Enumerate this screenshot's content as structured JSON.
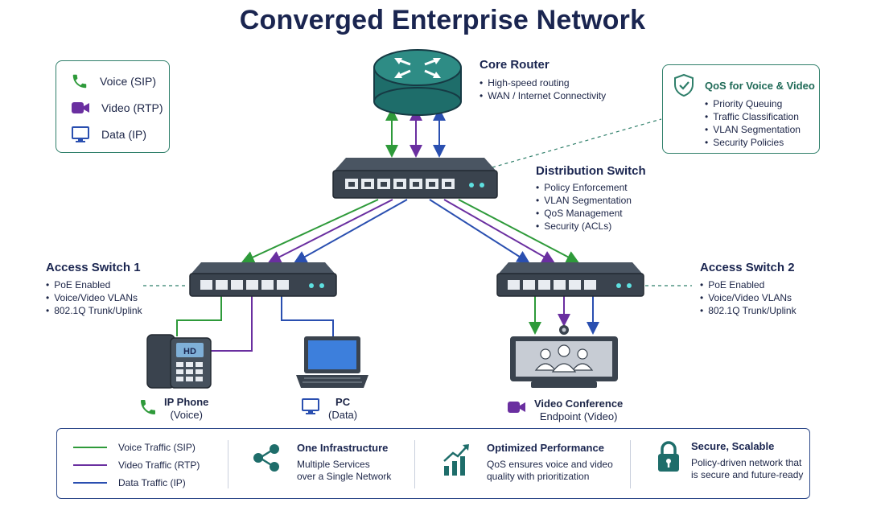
{
  "title": "Converged Enterprise Network",
  "colors": {
    "voice": "#2e9a3a",
    "video": "#6a2fa0",
    "data": "#2a4fb0",
    "accent": "#2f7f6a",
    "navy": "#1a2550"
  },
  "legend_top": {
    "items": [
      {
        "icon": "phone-icon",
        "label": "Voice (SIP)"
      },
      {
        "icon": "video-camera-icon",
        "label": "Video (RTP)"
      },
      {
        "icon": "monitor-icon",
        "label": "Data (IP)"
      }
    ]
  },
  "core_router": {
    "title": "Core Router",
    "bullets": [
      "High-speed routing",
      "WAN / Internet Connectivity"
    ]
  },
  "qos": {
    "title": "QoS for Voice & Video",
    "bullets": [
      "Priority Queuing",
      "Traffic Classification",
      "VLAN Segmentation",
      "Security Policies"
    ]
  },
  "distribution_switch": {
    "title": "Distribution Switch",
    "bullets": [
      "Policy Enforcement",
      "VLAN Segmentation",
      "QoS Management",
      "Security (ACLs)"
    ]
  },
  "access_switch_1": {
    "title": "Access Switch 1",
    "bullets": [
      "PoE Enabled",
      "Voice/Video VLANs",
      "802.1Q Trunk/Uplink"
    ]
  },
  "access_switch_2": {
    "title": "Access Switch 2",
    "bullets": [
      "PoE Enabled",
      "Voice/Video VLANs",
      "802.1Q Trunk/Uplink"
    ]
  },
  "devices": {
    "ip_phone": {
      "name": "IP Phone",
      "sub": "(Voice)",
      "screen_text": "HD"
    },
    "pc": {
      "name": "PC",
      "sub": "(Data)"
    },
    "video_conf": {
      "name": "Video Conference",
      "sub": "Endpoint (Video)"
    }
  },
  "bottom": {
    "legend": [
      {
        "label": "Voice Traffic (SIP)",
        "color": "#2e9a3a"
      },
      {
        "label": "Video Traffic (RTP)",
        "color": "#6a2fa0"
      },
      {
        "label": "Data Traffic (IP)",
        "color": "#2a4fb0"
      }
    ],
    "features": [
      {
        "icon": "share-nodes-icon",
        "title": "One Infrastructure",
        "text": [
          "Multiple Services",
          "over a Single Network"
        ]
      },
      {
        "icon": "growth-chart-icon",
        "title": "Optimized Performance",
        "text": [
          "QoS ensures voice and video",
          "quality with prioritization"
        ]
      },
      {
        "icon": "padlock-icon",
        "title": "Secure, Scalable",
        "text": [
          "Policy-driven network that",
          "is secure and future-ready"
        ]
      }
    ]
  }
}
